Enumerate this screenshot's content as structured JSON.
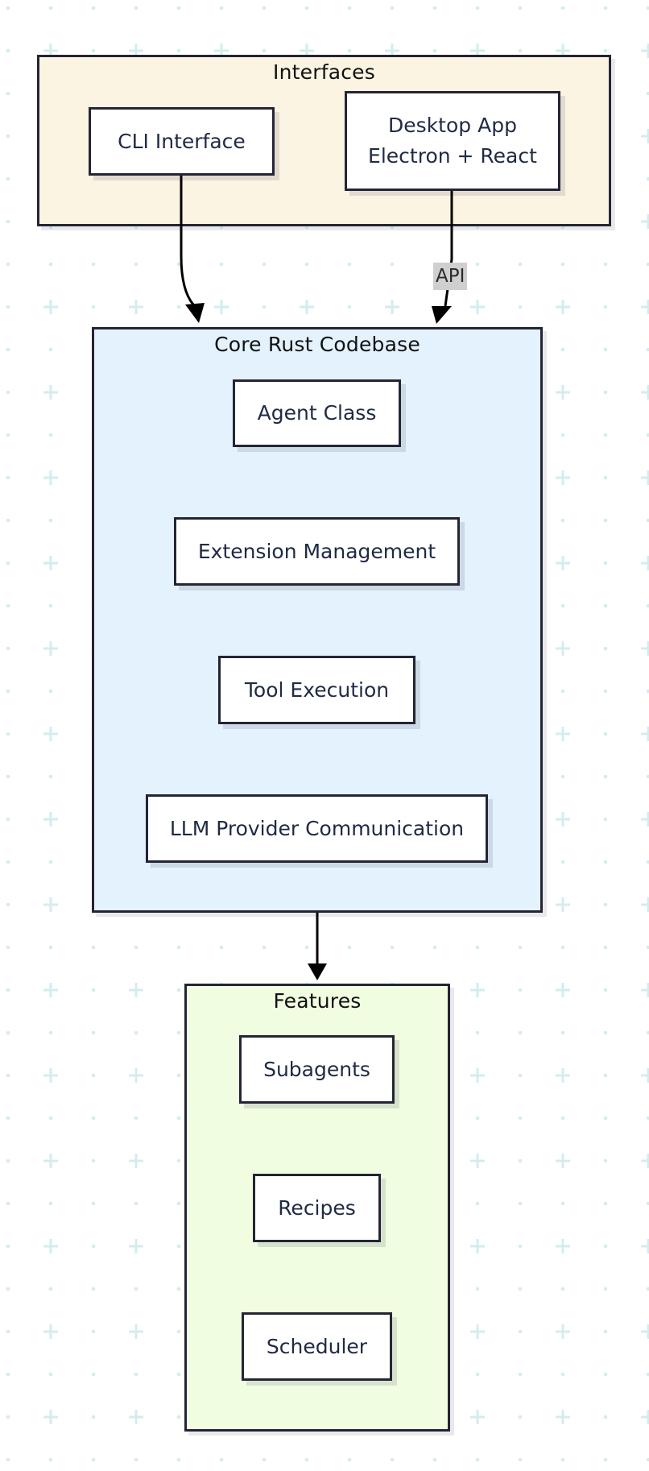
{
  "colors": {
    "interfaces_fill": "#fcf4e3",
    "core_fill": "#e3f2fd",
    "features_fill": "#f1fde1",
    "border": "#232536",
    "node_fill": "#ffffff",
    "edge": "#000000",
    "edge_label_bg": "#cfcfcf",
    "grid_dots": "#d5ecec"
  },
  "groups": {
    "interfaces": {
      "title": "Interfaces",
      "nodes": {
        "cli": "CLI Interface",
        "desktop_line1": "Desktop App",
        "desktop_line2": "Electron + React"
      }
    },
    "core": {
      "title": "Core Rust Codebase",
      "nodes": {
        "agent_class": "Agent Class",
        "extension_management": "Extension Management",
        "tool_execution": "Tool Execution",
        "llm_provider": "LLM Provider Communication"
      }
    },
    "features": {
      "title": "Features",
      "nodes": {
        "subagents": "Subagents",
        "recipes": "Recipes",
        "scheduler": "Scheduler"
      }
    }
  },
  "edges": [
    {
      "from": "CLI Interface",
      "to": "Core Rust Codebase",
      "label": ""
    },
    {
      "from": "Desktop App",
      "to": "Core Rust Codebase",
      "label": "API"
    },
    {
      "from": "Core Rust Codebase",
      "to": "Features",
      "label": ""
    }
  ]
}
